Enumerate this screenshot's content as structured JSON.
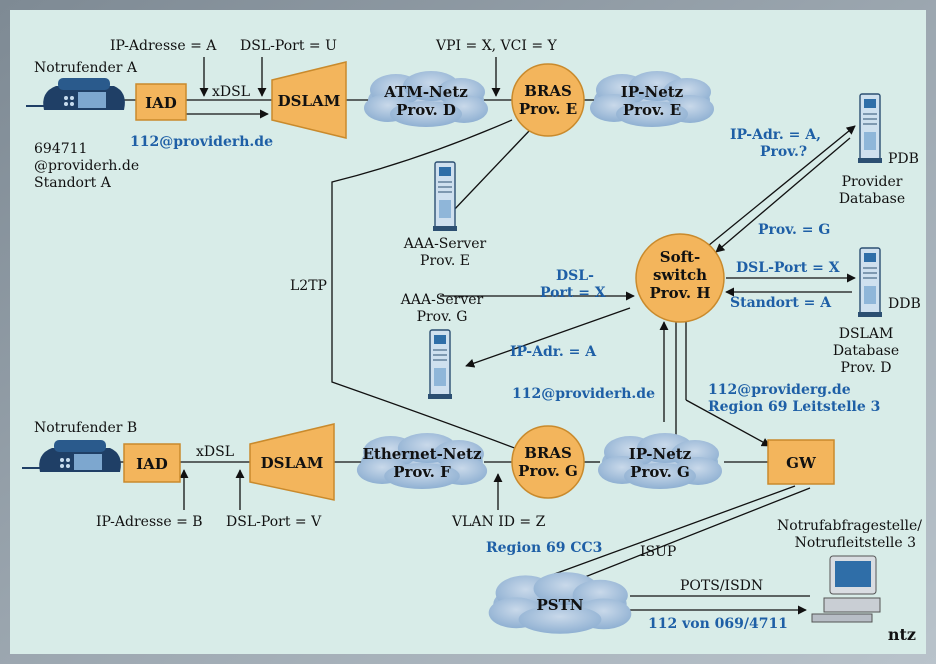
{
  "colors": {
    "background": "#d8ece8",
    "orange": "#f3b55c",
    "orange_dark": "#c98a2c",
    "cloud": "#aec4dc",
    "blue_text": "#1e5fa6"
  },
  "nodes": {
    "iad_a": "IAD",
    "iad_b": "IAD",
    "dslam_a": "DSLAM",
    "dslam_b": "DSLAM",
    "bras_e": [
      "BRAS",
      "Prov. E"
    ],
    "bras_g": [
      "BRAS",
      "Prov. G"
    ],
    "softswitch": [
      "Soft-",
      "switch",
      "Prov. H"
    ],
    "gw": "GW"
  },
  "clouds": {
    "atm": [
      "ATM-Netz",
      "Prov. D"
    ],
    "ipnetz_e": [
      "IP-Netz",
      "Prov. E"
    ],
    "ethernet": [
      "Ethernet-Netz",
      "Prov. F"
    ],
    "ipnetz_g": [
      "IP-Netz",
      "Prov. G"
    ],
    "pstn": "PSTN"
  },
  "labels": {
    "notrufender_a": "Notrufender A",
    "notrufender_b": "Notrufender B",
    "ip_a": "IP-Adresse = A",
    "dslport_u": "DSL-Port = U",
    "vpi": "VPI = X, VCI = Y",
    "xdsl_a": "xDSL",
    "xdsl_b": "xDSL",
    "number": [
      "694711",
      "@providerh.de",
      "Standort A"
    ],
    "pdb": "PDB",
    "provider_db": [
      "Provider",
      "Database"
    ],
    "aaa_e": [
      "AAA-Server",
      "Prov. E"
    ],
    "aaa_g": [
      "AAA-Server",
      "Prov. G"
    ],
    "l2tp": "L2TP",
    "ddb": "DDB",
    "dslam_db": [
      "DSLAM",
      "Database",
      "Prov. D"
    ],
    "ip_b": "IP-Adresse = B",
    "dslport_v": "DSL-Port = V",
    "vlan": "VLAN ID = Z",
    "isup": "ISUP",
    "pots": "POTS/ISDN",
    "notrufstelle": [
      "Notrufabfragestelle/",
      "Notrufleitstelle 3"
    ],
    "logo": "ntz"
  },
  "blue_labels": {
    "sip_a": "112@providerh.de",
    "ip_prov": [
      "IP-Adr. = A,",
      "Prov.?"
    ],
    "prov_g": "Prov. = G",
    "dslport_x_right": "DSL-Port = X",
    "standort": "Standort = A",
    "dslport_x_left": [
      "DSL-",
      "Port = X"
    ],
    "ip_adr_a": "IP-Adr. = A",
    "sip_b": "112@providerh.de",
    "sip_gw": [
      "112@providerg.de",
      "Region 69 Leitstelle 3"
    ],
    "region_cc3": "Region 69 CC3",
    "pstn_call": "112 von 069/4711"
  },
  "icons": [
    "phone-icon",
    "server-icon",
    "computer-icon",
    "cloud-icon"
  ]
}
